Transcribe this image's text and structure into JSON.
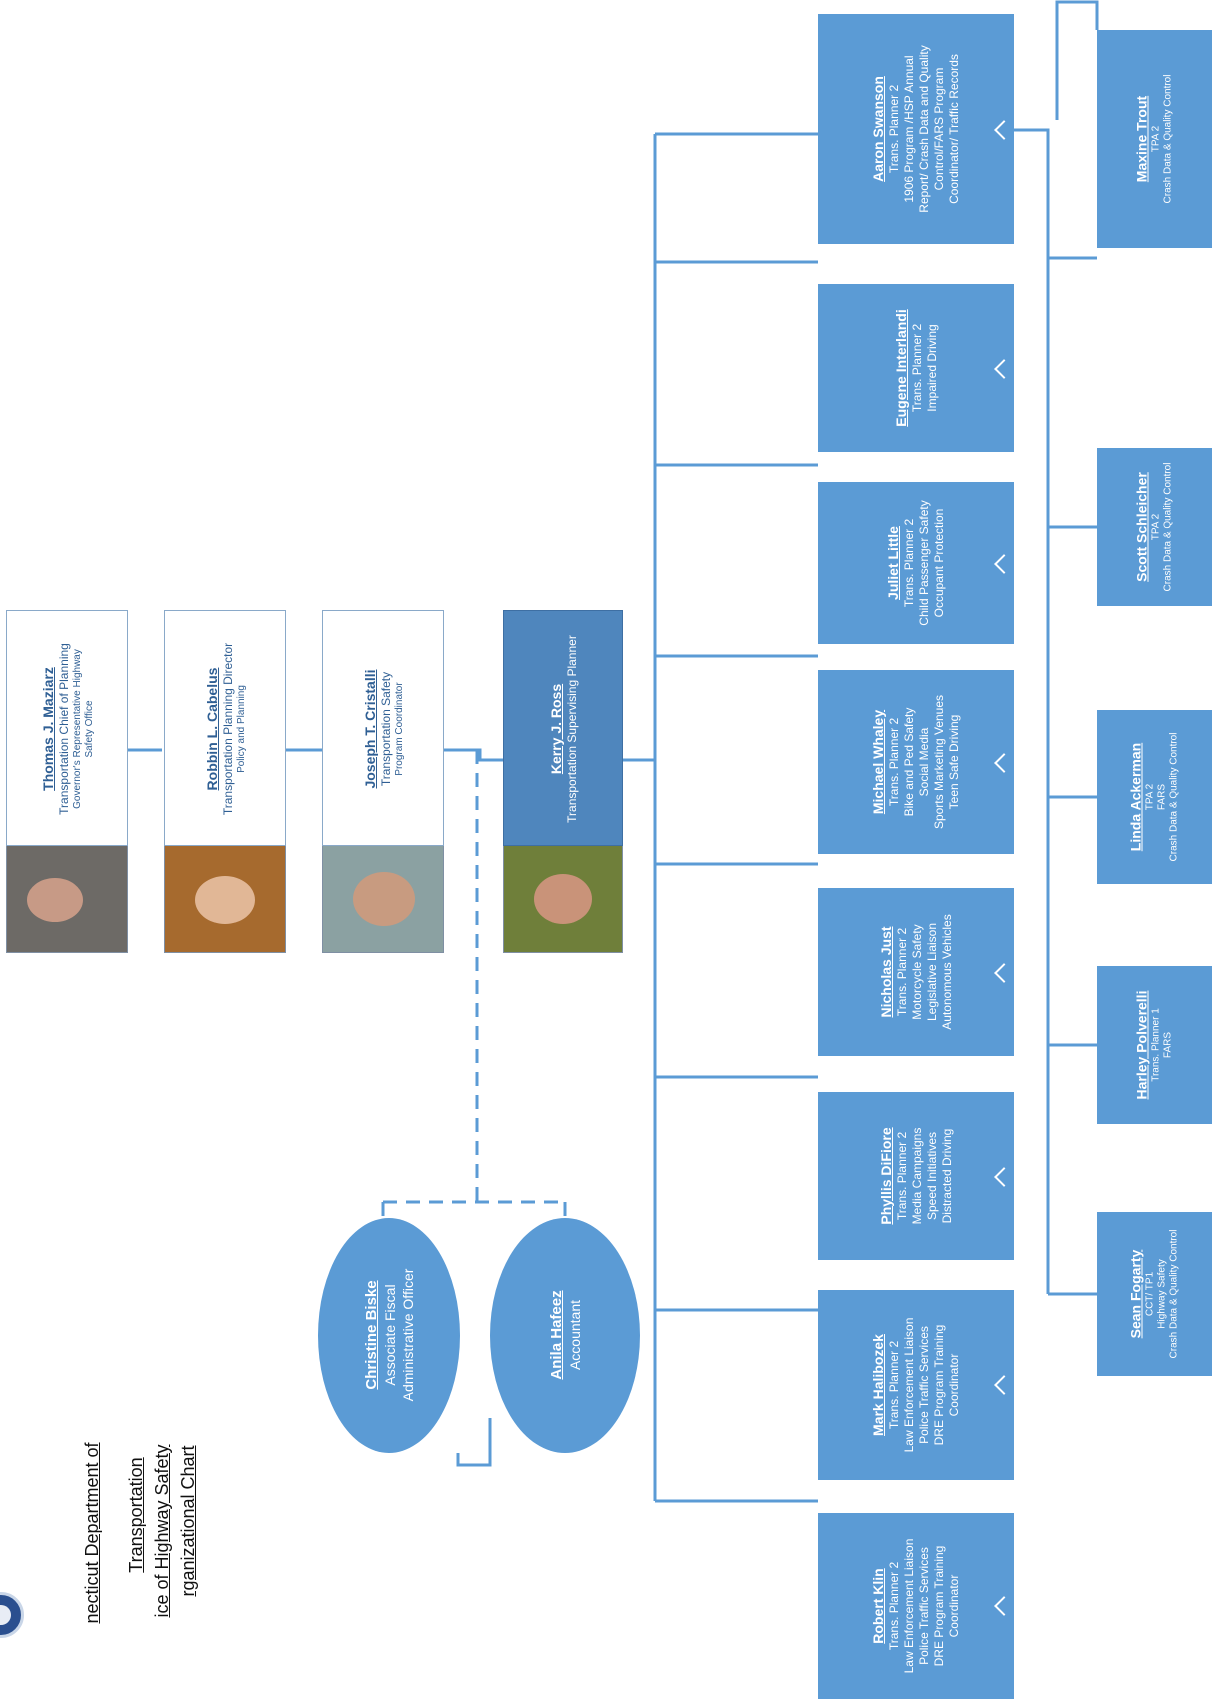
{
  "header": {
    "line1": "necticut Department of",
    "line2": "Transportation",
    "line3": "ice of Highway Safety",
    "line4": "rganizational Chart"
  },
  "top_chain": [
    {
      "name": "Thomas J. Maziarz",
      "title": "Transportation Chief of Planning",
      "role1": "Governor's Representative Highway",
      "role2": "Safety Office"
    },
    {
      "name": "Robbin L. Cabelus",
      "title": "Transportation Planning Director",
      "role1": "Policy and Planning"
    },
    {
      "name": "Joseph T. Cristalli",
      "title": "Transportation Safety",
      "role1": "Program Coordinator"
    },
    {
      "name": "Kerry J. Ross",
      "title": "Transportation Supervising Planner"
    }
  ],
  "fiscal": [
    {
      "name": "Christine Biske",
      "line1": "Associate Fiscal",
      "line2": "Administrative Officer"
    },
    {
      "name": "Anila Hafeez",
      "line1": "Accountant"
    }
  ],
  "planners": [
    {
      "name": "Robert Klin",
      "lines": [
        "Trans. Planner 2",
        "Law Enforcement Liaison",
        "Police Traffic Services",
        "DRE Program Training",
        "Coordinator"
      ]
    },
    {
      "name": "Mark Halibozek",
      "lines": [
        "Trans. Planner 2",
        "Law Enforcement Liaison",
        "Police Traffic Services",
        "DRE Program Training",
        "Coordinator"
      ]
    },
    {
      "name": "Phyllis DiFiore",
      "lines": [
        "Trans. Planner 2",
        "Media Campaigns",
        "Speed Initiatives",
        "Distracted Driving"
      ]
    },
    {
      "name": "Nicholas Just",
      "lines": [
        "Trans. Planner 2",
        "Motorcycle Safety",
        "Legislative Liaison",
        "Autonomous Vehicles"
      ]
    },
    {
      "name": "Michael Whaley",
      "lines": [
        "Trans. Planner 2",
        "Bike and Ped Safety",
        "Social Media",
        "Sports Marketing Venues",
        "Teen Safe Driving"
      ]
    },
    {
      "name": "Juliet Little",
      "lines": [
        "Trans. Planner 2",
        "Child Passenger Safety",
        "Occupant Protection"
      ]
    },
    {
      "name": "Eugene Interlandi",
      "lines": [
        "Trans. Planner 2",
        "Impaired Driving"
      ]
    },
    {
      "name": "Aaron Swanson",
      "lines": [
        "Trans. Planner 2",
        "1906 Program /HSP Annual",
        "Report/ Crash Data and Quality",
        "Control/FARS Program",
        "Coordinator/ Traffic Records"
      ]
    }
  ],
  "data_staff": [
    {
      "name": "Sean Fogarty",
      "lines": [
        "CCT/ TP1",
        "Highway Safety",
        "Crash Data & Quality Control"
      ]
    },
    {
      "name": "Harley Polverelli",
      "lines": [
        "Trans. Planner 1",
        "FARS"
      ]
    },
    {
      "name": "Linda Ackerman",
      "lines": [
        "TPA 2",
        "FARS",
        "Crash Data & Quality Control"
      ]
    },
    {
      "name": "Scott Schleicher",
      "lines": [
        "TPA 2",
        "Crash Data & Quality Control"
      ]
    },
    {
      "name": "Maxine Trout",
      "lines": [
        "TPA 2",
        "Crash Data & Quality Control"
      ]
    }
  ],
  "colors": {
    "card": "#5b9bd5",
    "line": "#5b9bd5",
    "exec_dark": "#4f86bd"
  }
}
